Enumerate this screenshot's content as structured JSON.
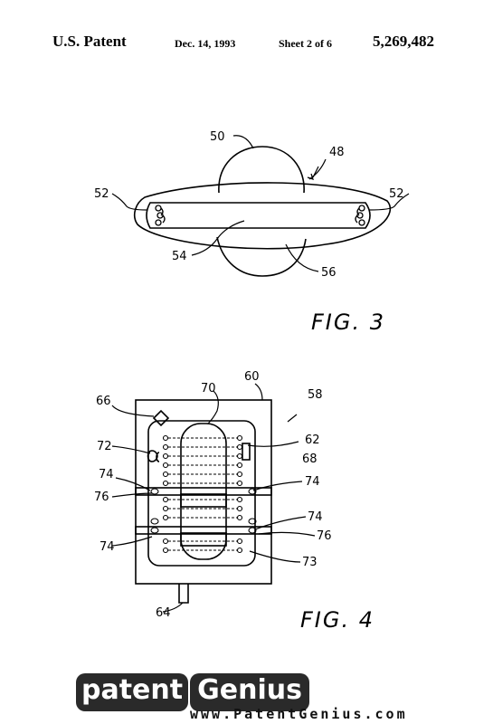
{
  "header": {
    "patent_label": "U.S. Patent",
    "date": "Dec. 14, 1993",
    "sheet": "Sheet 2 of 6",
    "patent_number": "5,269,482"
  },
  "fig3": {
    "caption": "FIG. 3",
    "labels": {
      "l48": "48",
      "l50": "50",
      "l52a": "52",
      "l52b": "52",
      "l54": "54",
      "l56": "56"
    }
  },
  "fig4": {
    "caption": "FIG. 4",
    "labels": {
      "l58": "58",
      "l60": "60",
      "l62": "62",
      "l64": "64",
      "l66": "66",
      "l68": "68",
      "l70": "70",
      "l72": "72",
      "l73": "73",
      "l74a": "74",
      "l74b": "74",
      "l74c": "74",
      "l74d": "74",
      "l76a": "76",
      "l76b": "76"
    }
  },
  "watermark": {
    "logo_left": "patent",
    "logo_right": "Genius",
    "url": "www.PatentGenius.com"
  }
}
